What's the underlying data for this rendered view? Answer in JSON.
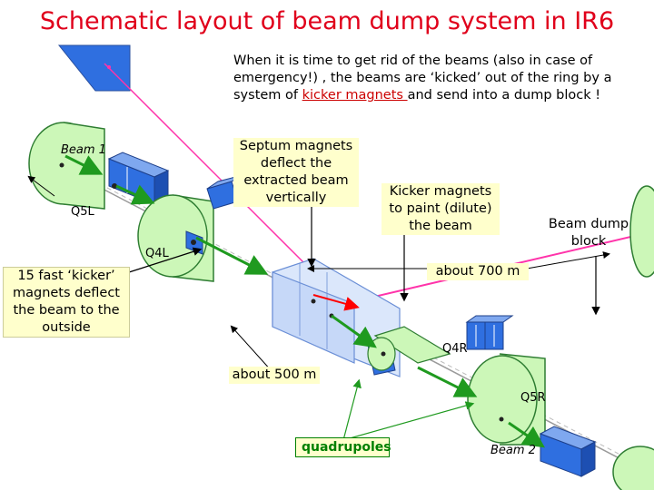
{
  "title": "Schematic layout of beam dump system in IR6",
  "intro": {
    "before": "When it is time to get rid of the beams (also in case of emergency!) , the beams are ‘kicked’ out of the ring by a system of ",
    "link": "kicker magnets ",
    "after": "and send into a dump block !"
  },
  "labels": {
    "septum": "Septum magnets deflect the extracted beam vertically",
    "kicker_paint": "Kicker magnets to paint (dilute) the beam",
    "beam_dump_block": "Beam dump block",
    "fast_kicker": "15 fast ‘kicker’ magnets deflect the beam to the outside",
    "about_700": "about 700 m",
    "about_500": "about 500 m",
    "quadrupoles": "quadrupoles",
    "beam1": "Beam 1",
    "beam2": "Beam 2",
    "q5l": "Q5L",
    "q4l": "Q4L",
    "q4r": "Q4R",
    "q5r": "Q5R"
  },
  "colors": {
    "title": "#e0001b",
    "beam_line": "#ff33aa",
    "dump_line": "#ff0000",
    "magnet_fill": "#2f6fe0",
    "quad_fill": "#ccf7b8",
    "quad_stroke": "#2e7d32",
    "note_fill": "#ffffcc",
    "arrow_green": "#1f9a1f"
  }
}
